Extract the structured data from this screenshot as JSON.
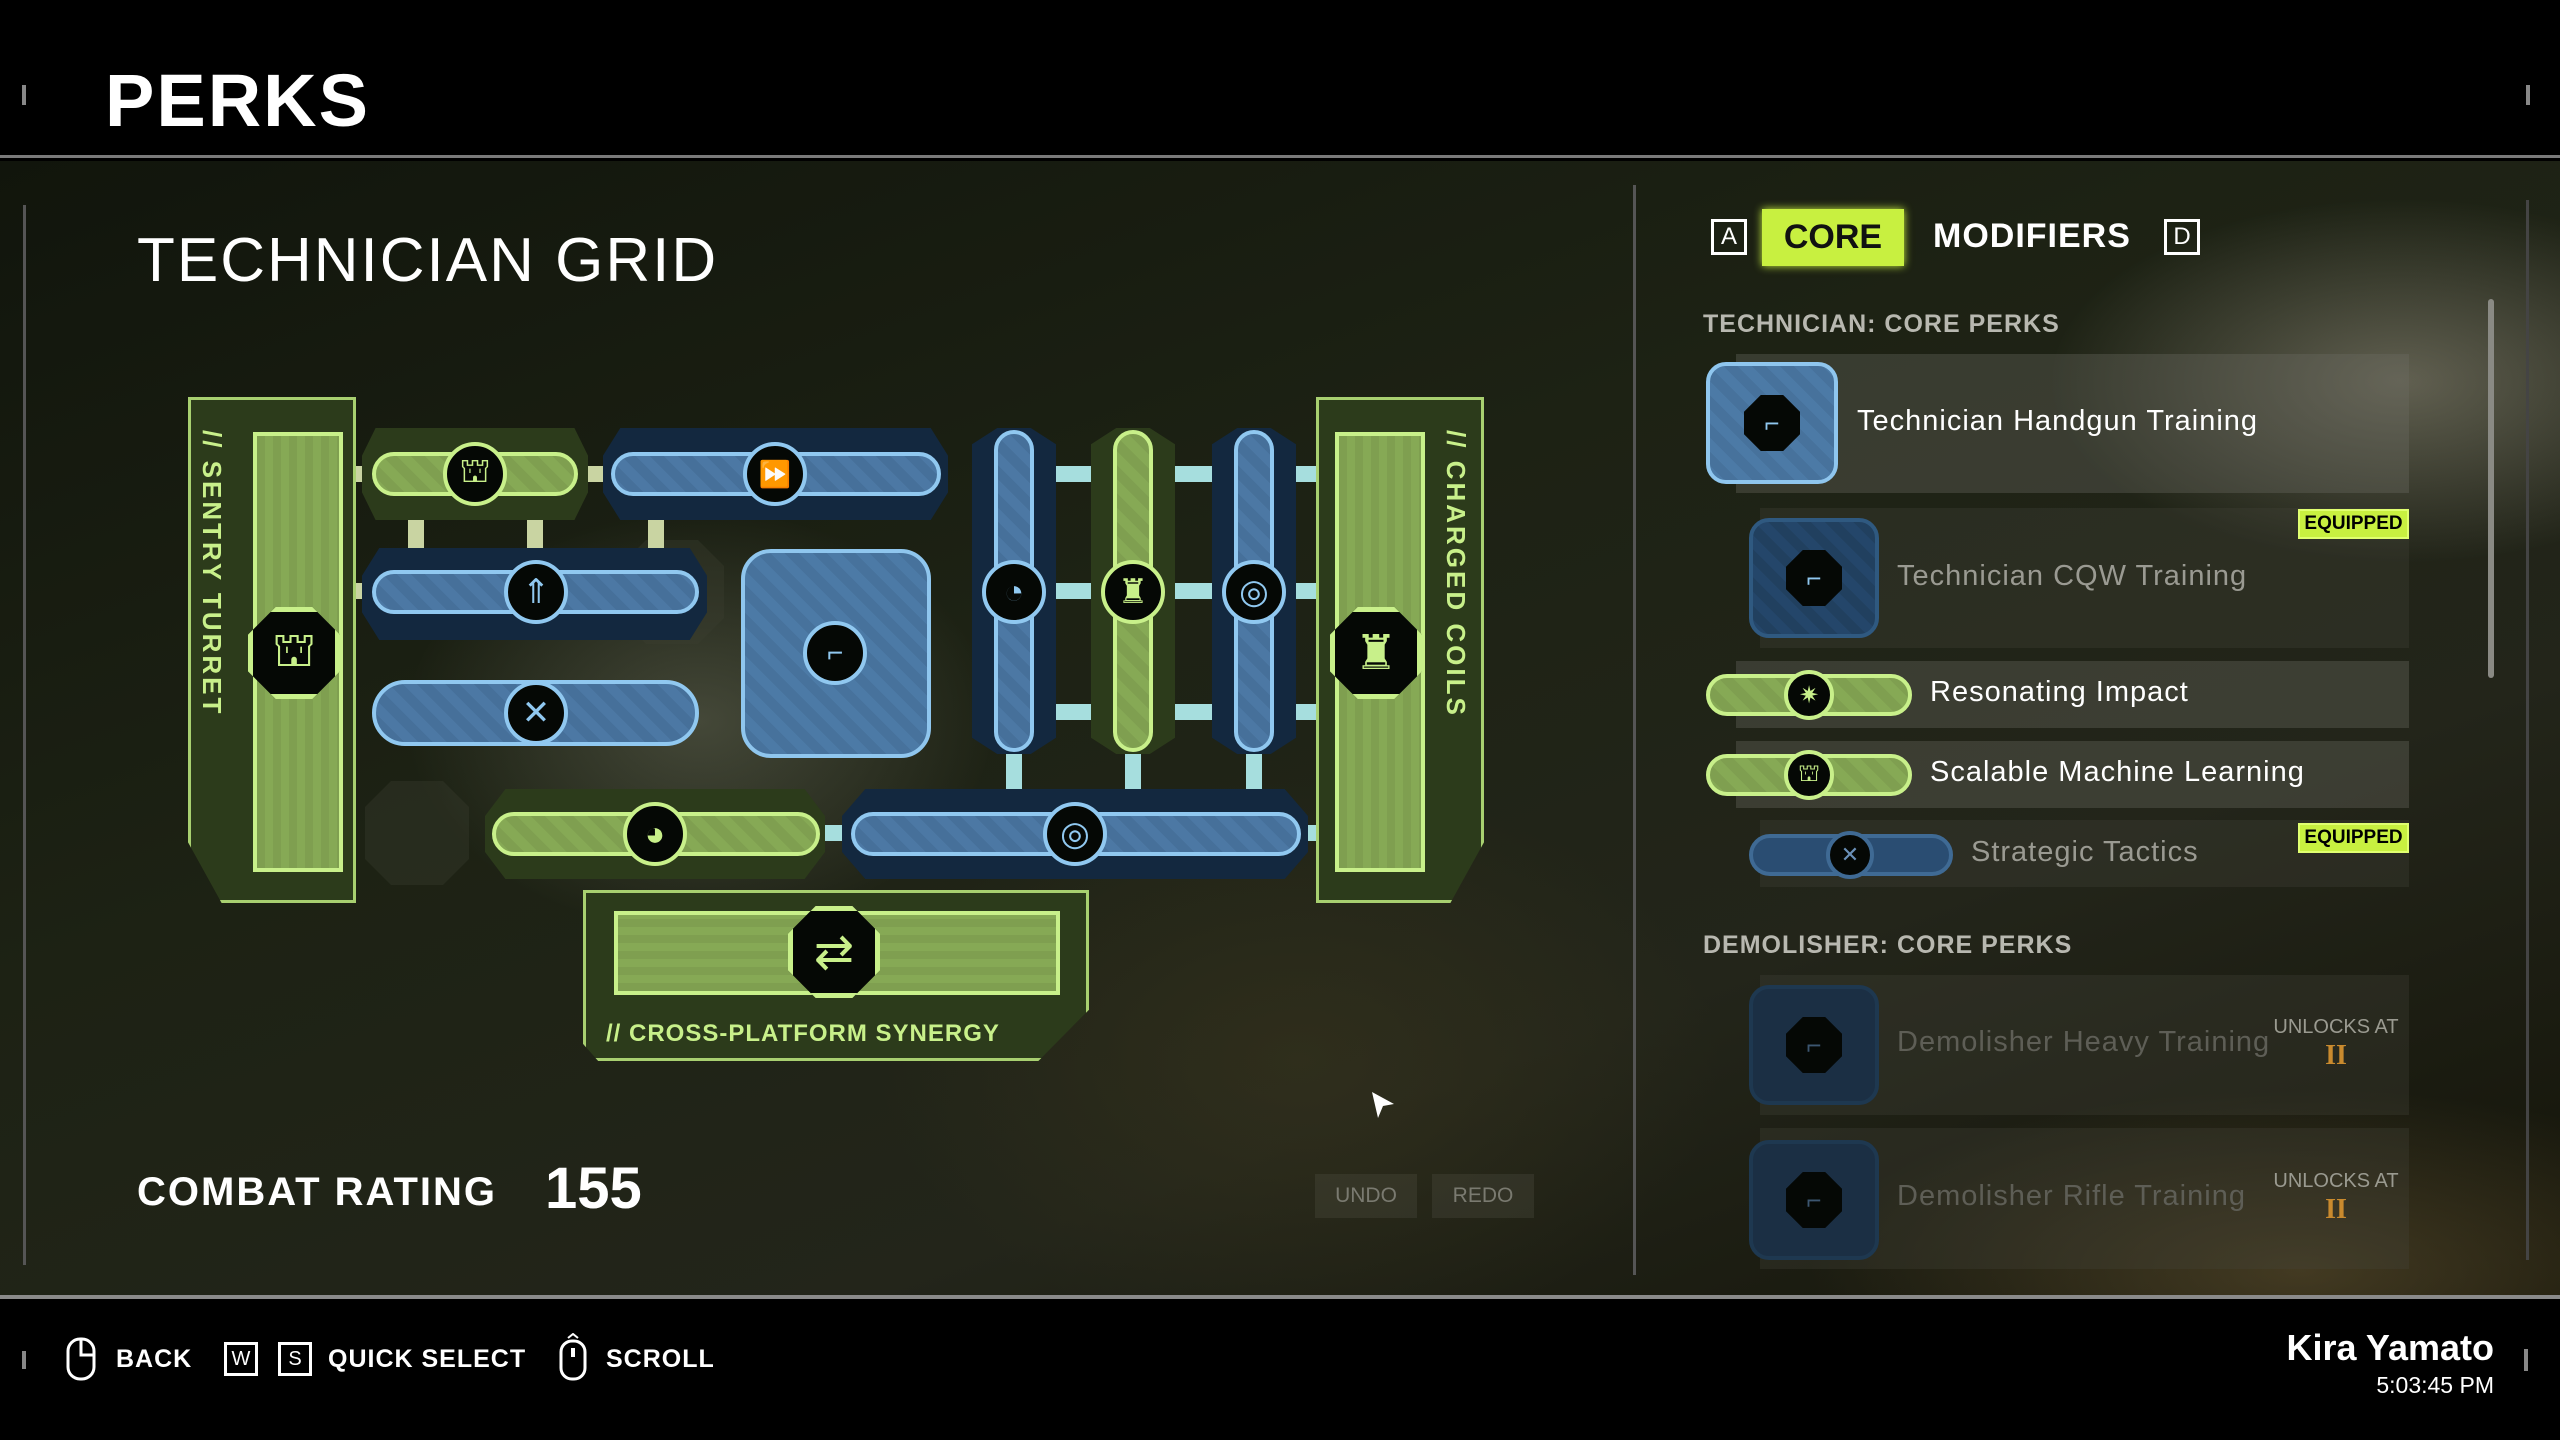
{
  "header": {
    "title": "PERKS"
  },
  "grid": {
    "title": "TECHNICIAN GRID",
    "left_panel": {
      "label": "// SENTRY TURRET",
      "icon": "sentry-turret-icon"
    },
    "right_panel": {
      "label": "// CHARGED COILS",
      "icon": "charged-coil-icon"
    },
    "bottom_panel": {
      "label": "// CROSS-PLATFORM SYNERGY",
      "icon": "swap-arrows-icon"
    },
    "nodes": [
      {
        "icon": "turret-icon",
        "color": "green",
        "glyph": "⛫"
      },
      {
        "icon": "fast-forward-reload-icon",
        "color": "blue",
        "glyph": "⏩"
      },
      {
        "icon": "burst-arrow-icon",
        "color": "blue",
        "glyph": "⇑"
      },
      {
        "icon": "tactics-icon",
        "color": "blue",
        "glyph": "✕"
      },
      {
        "icon": "weapons-icon",
        "color": "blue",
        "glyph": "⌐"
      },
      {
        "icon": "timer-up-icon",
        "color": "blue",
        "glyph": "◔"
      },
      {
        "icon": "coil-icon",
        "color": "green",
        "glyph": "♜"
      },
      {
        "icon": "shockwave-icon",
        "color": "blue",
        "glyph": "◎"
      },
      {
        "icon": "stopwatch-icon",
        "color": "green",
        "glyph": "◕"
      },
      {
        "icon": "pulse-ring-icon",
        "color": "blue",
        "glyph": "◎"
      }
    ]
  },
  "combat": {
    "label": "COMBAT RATING",
    "value": "155"
  },
  "actions": {
    "undo": "UNDO",
    "redo": "REDO"
  },
  "tabs": {
    "prev_key": "A",
    "next_key": "D",
    "items": [
      {
        "label": "CORE",
        "active": true
      },
      {
        "label": "MODIFIERS",
        "active": false
      }
    ]
  },
  "sections": [
    {
      "title": "TECHNICIAN: CORE PERKS",
      "items": [
        {
          "name": "Technician Handgun Training",
          "state": "selected"
        },
        {
          "name": "Technician CQW Training",
          "badge": "EQUIPPED"
        },
        {
          "name": "Resonating Impact"
        },
        {
          "name": "Scalable Machine Learning"
        },
        {
          "name": "Strategic Tactics",
          "badge": "EQUIPPED"
        }
      ]
    },
    {
      "title": "DEMOLISHER: CORE PERKS",
      "items": [
        {
          "name": "Demolisher Heavy Training",
          "unlock_label": "UNLOCKS AT",
          "unlock_rank": "II"
        },
        {
          "name": "Demolisher Rifle Training",
          "unlock_label": "UNLOCKS AT",
          "unlock_rank": "II"
        }
      ]
    }
  ],
  "footer": {
    "back": "BACK",
    "key_w": "W",
    "key_s": "S",
    "quick_select": "QUICK SELECT",
    "scroll": "SCROLL",
    "user": "Kira Yamato",
    "time": "5:03:45 PM"
  },
  "colors": {
    "accent": "#c8f040",
    "green_node": "#86a955",
    "blue_node": "#4c78a4",
    "rank": "#c98a2e"
  }
}
